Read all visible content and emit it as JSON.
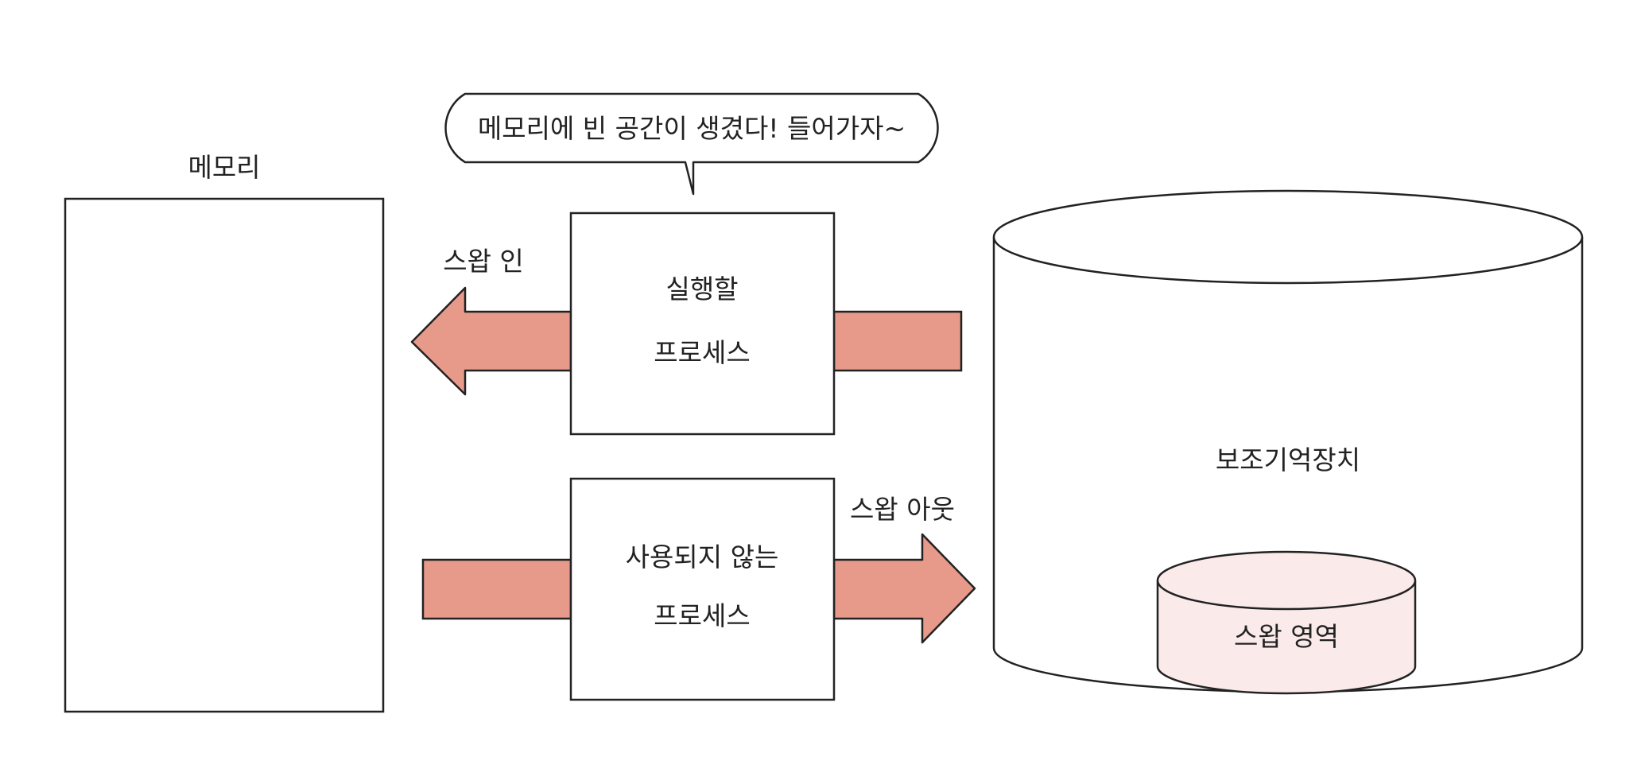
{
  "memory": {
    "label": "메모리"
  },
  "speech_bubble": {
    "text": "메모리에 빈 공간이 생겼다! 들어가자~"
  },
  "process_in": {
    "line1": "실행할",
    "line2": "프로세스"
  },
  "process_out": {
    "line1": "사용되지 않는",
    "line2": "프로세스"
  },
  "swap_in": {
    "label": "스왑 인"
  },
  "swap_out": {
    "label": "스왑 아웃"
  },
  "storage": {
    "label": "보조기억장치"
  },
  "swap_area": {
    "label": "스왑 영역"
  },
  "colors": {
    "arrow_fill": "#e89a8a",
    "swap_area_fill": "#fbeaea",
    "stroke": "#222222",
    "background": "#ffffff"
  }
}
